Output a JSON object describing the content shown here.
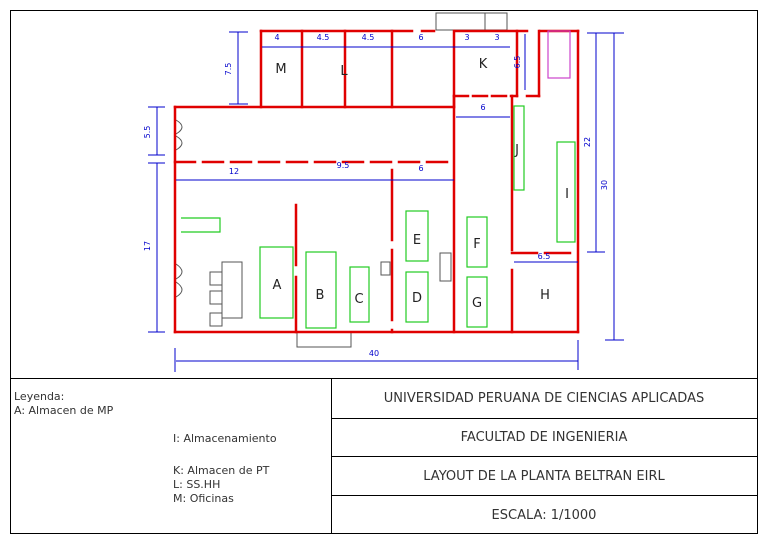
{
  "colors": {
    "wall": "#e00000",
    "dimension": "#0000cc",
    "equipment": "#22cc22",
    "frame": "#000000",
    "accent_magenta": "#cc44cc"
  },
  "plan": {
    "dimensions": {
      "top_4": "4",
      "top_4_5_a": "4.5",
      "top_4_5_b": "4.5",
      "top_6": "6",
      "top_3_a": "3",
      "top_3_b": "3",
      "left_7_5": "7.5",
      "k_6_5": "6.5",
      "k_6": "6",
      "left_5_5": "5.5",
      "mid_12": "12",
      "mid_9_5": "9.5",
      "mid_6": "6",
      "right_22": "22",
      "right_30": "30",
      "left_17": "17",
      "h_6_5": "6.5",
      "bottom_40": "40"
    },
    "rooms": {
      "M": "M",
      "L": "L",
      "K": "K",
      "J": "J",
      "I": "I",
      "A": "A",
      "B": "B",
      "C": "C",
      "D": "D",
      "E": "E",
      "F": "F",
      "G": "G",
      "H": "H"
    }
  },
  "legend": {
    "title": "Leyenda:",
    "a": "A: Almacen de MP",
    "i": "I: Almacenamiento",
    "k": "K: Almacen de PT",
    "l": "L: SS.HH",
    "m": "M: Oficinas"
  },
  "title_block": {
    "university": "UNIVERSIDAD PERUANA DE CIENCIAS APLICADAS",
    "faculty": "FACULTAD DE INGENIERIA",
    "project": "LAYOUT DE LA PLANTA BELTRAN EIRL",
    "scale": "ESCALA: 1/1000"
  }
}
